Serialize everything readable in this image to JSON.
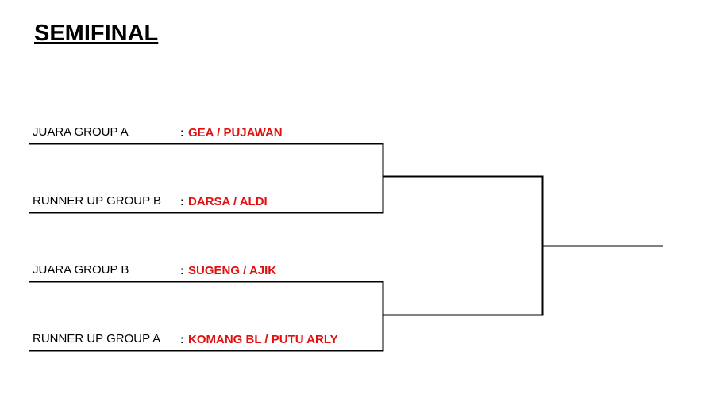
{
  "title": "SEMIFINAL",
  "entries": [
    {
      "label": "JUARA GROUP A",
      "team": "GEA / PUJAWAN"
    },
    {
      "label": "RUNNER UP GROUP B",
      "team": "DARSA / ALDI"
    },
    {
      "label": "JUARA GROUP B",
      "team": "SUGENG / AJIK"
    },
    {
      "label": "RUNNER UP GROUP A",
      "team": "KOMANG BL / PUTU ARLY"
    }
  ],
  "separator": ":",
  "colors": {
    "team": "#e01010"
  }
}
